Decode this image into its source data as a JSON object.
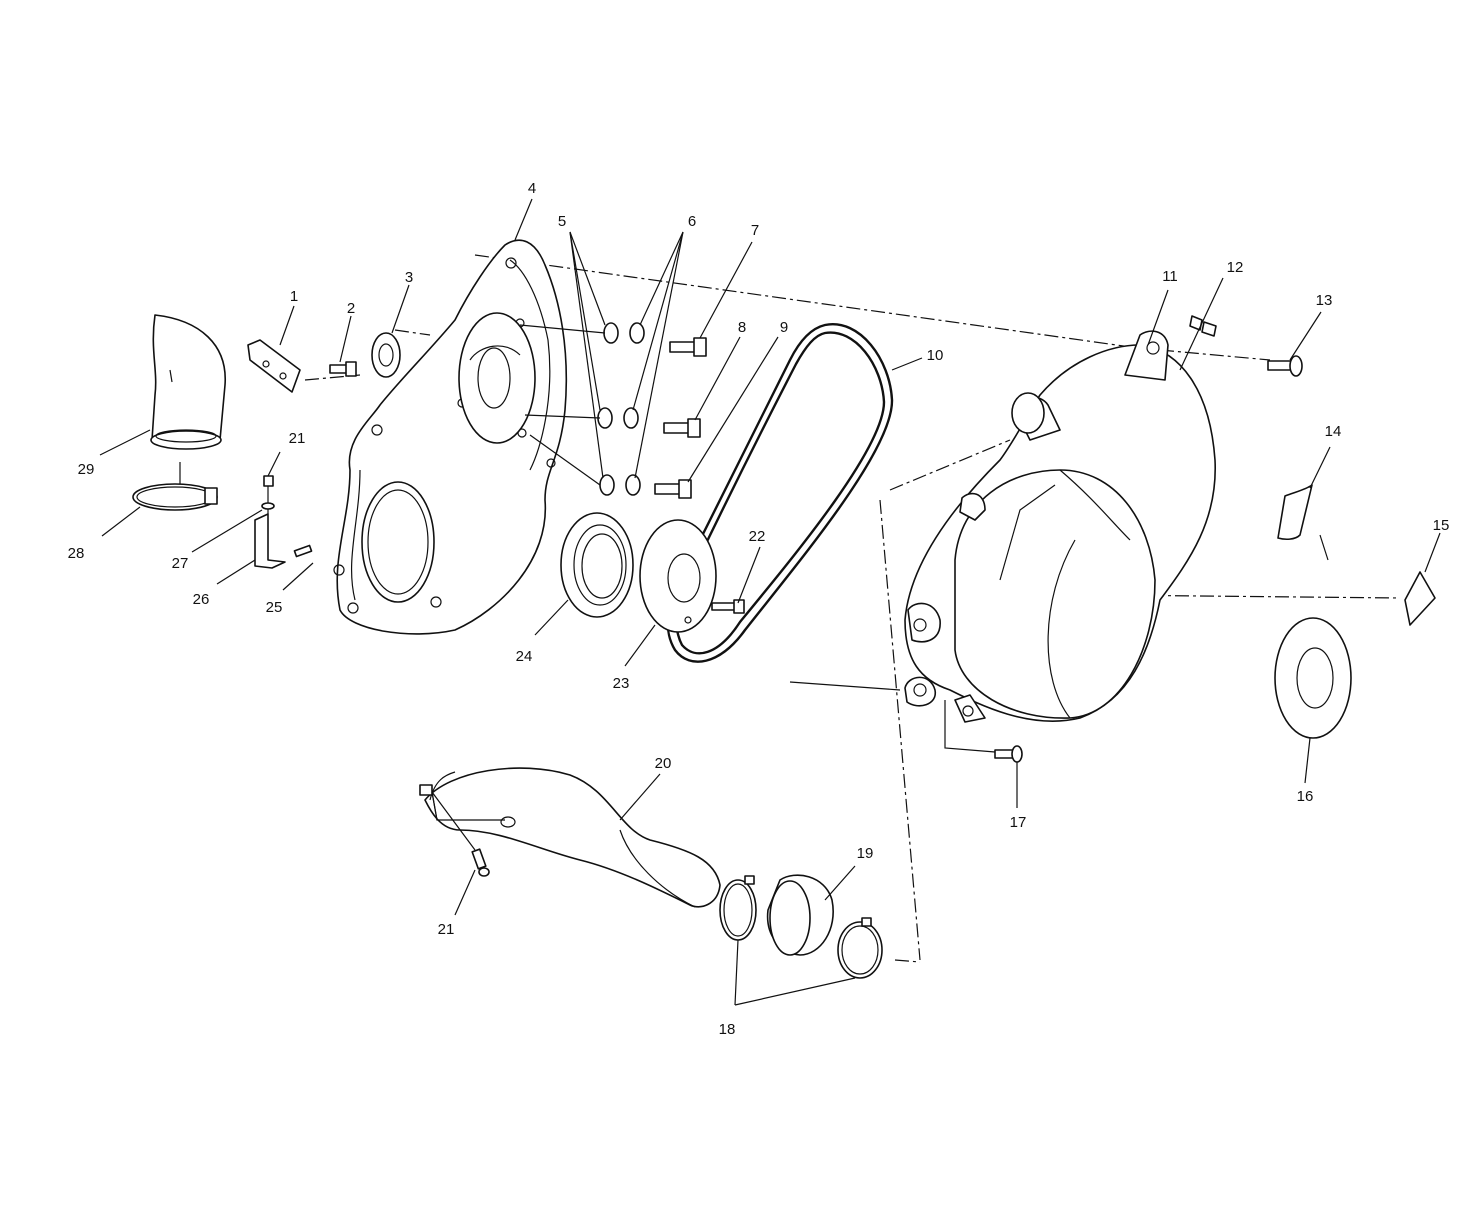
{
  "diagram": {
    "callouts": [
      {
        "id": "c1",
        "text": "1"
      },
      {
        "id": "c2",
        "text": "2"
      },
      {
        "id": "c3",
        "text": "3"
      },
      {
        "id": "c4",
        "text": "4"
      },
      {
        "id": "c5",
        "text": "5"
      },
      {
        "id": "c6",
        "text": "6"
      },
      {
        "id": "c7",
        "text": "7"
      },
      {
        "id": "c8",
        "text": "8"
      },
      {
        "id": "c9",
        "text": "9"
      },
      {
        "id": "c10",
        "text": "10"
      },
      {
        "id": "c11",
        "text": "11"
      },
      {
        "id": "c12",
        "text": "12"
      },
      {
        "id": "c13",
        "text": "13"
      },
      {
        "id": "c14",
        "text": "14"
      },
      {
        "id": "c15",
        "text": "15"
      },
      {
        "id": "c16",
        "text": "16"
      },
      {
        "id": "c17",
        "text": "17"
      },
      {
        "id": "c18",
        "text": "18"
      },
      {
        "id": "c19",
        "text": "19"
      },
      {
        "id": "c20",
        "text": "20"
      },
      {
        "id": "c21a",
        "text": "21"
      },
      {
        "id": "c21b",
        "text": "21"
      },
      {
        "id": "c22",
        "text": "22"
      },
      {
        "id": "c23",
        "text": "23"
      },
      {
        "id": "c24",
        "text": "24"
      },
      {
        "id": "c25",
        "text": "25"
      },
      {
        "id": "c26",
        "text": "26"
      },
      {
        "id": "c27",
        "text": "27"
      },
      {
        "id": "c28",
        "text": "28"
      },
      {
        "id": "c29",
        "text": "29"
      }
    ]
  },
  "colors": {
    "line": "#111111",
    "background": "#ffffff"
  }
}
